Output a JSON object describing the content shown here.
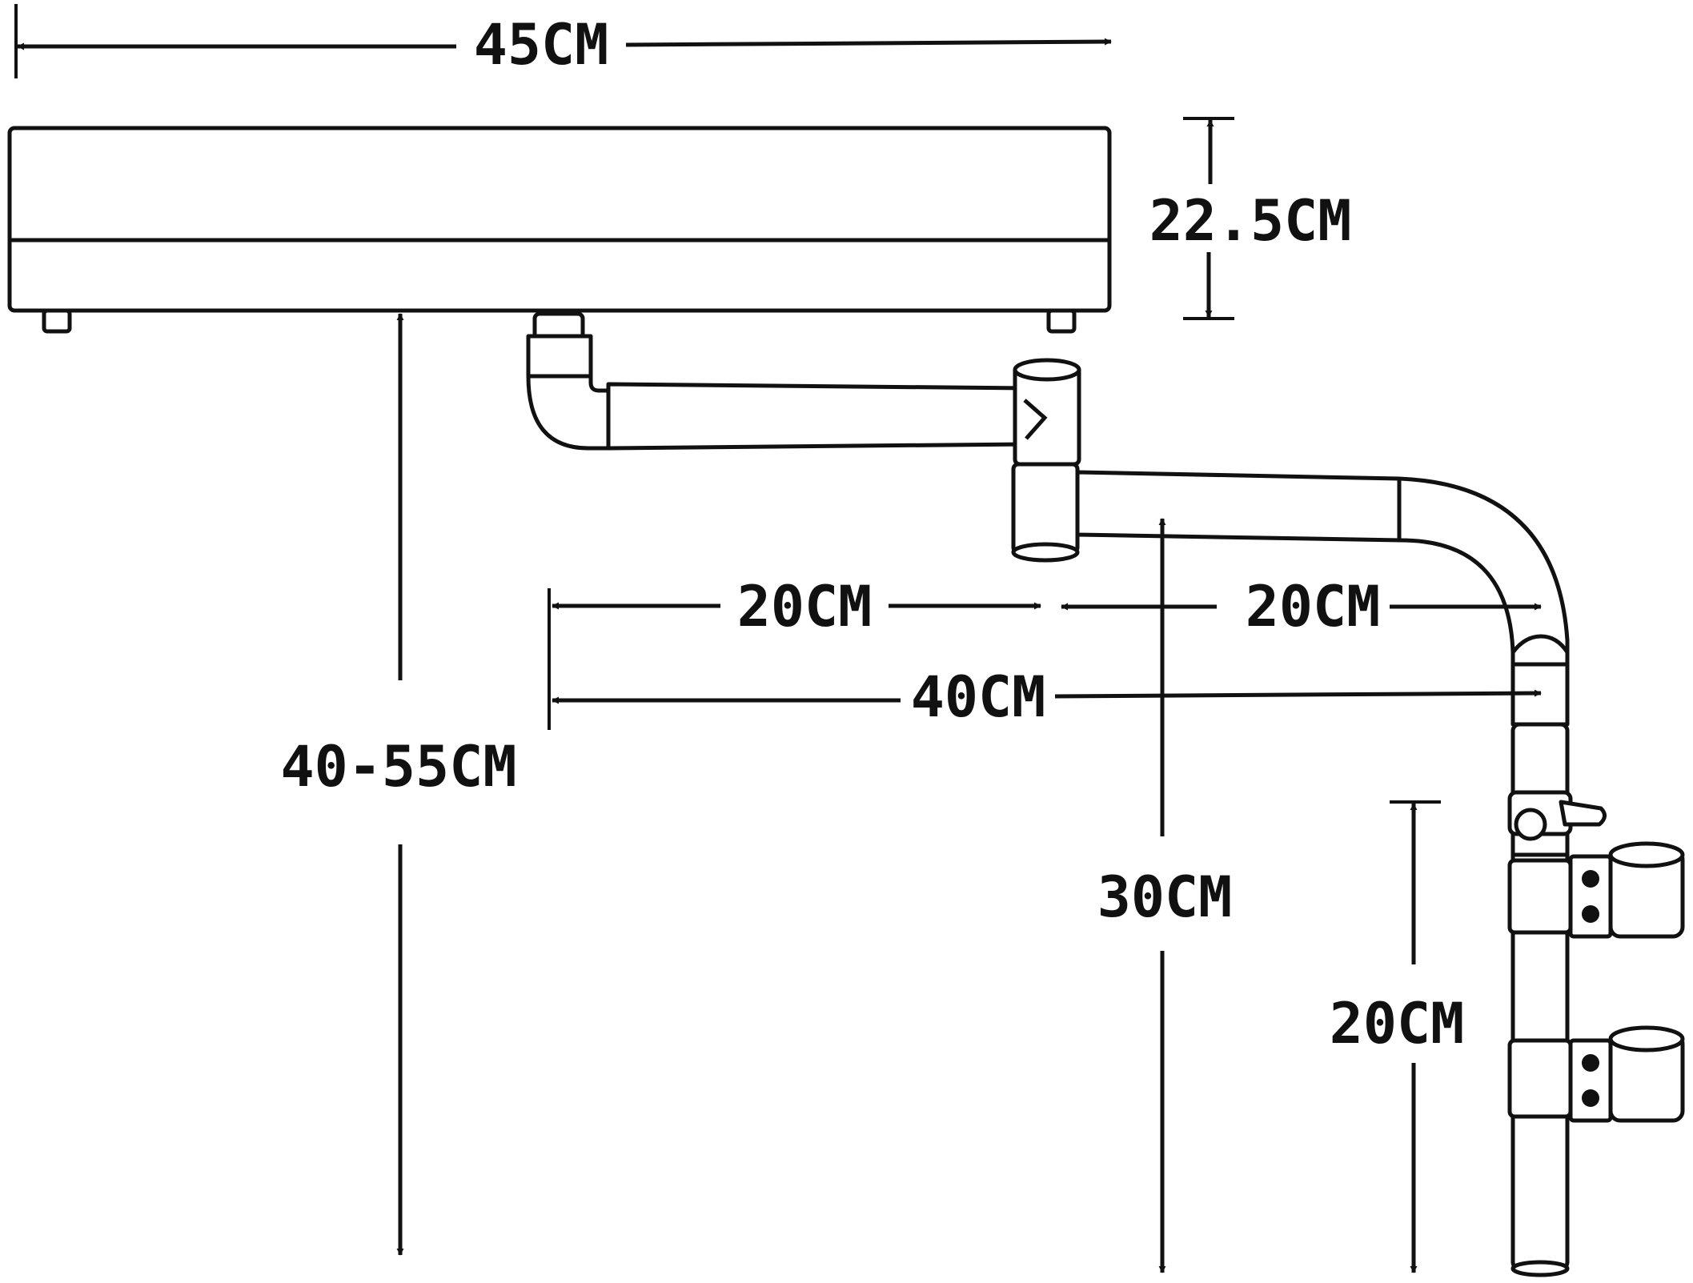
{
  "dimensions": {
    "width_label": "45CM",
    "height_label": "22.5CM",
    "arm_span_label": "40-55CM",
    "segment_one_label": "20CM",
    "segment_two_label": "20CM",
    "reach_label": "40CM",
    "drop_label": "30CM",
    "clamp_spacing_label": "20CM"
  },
  "colors": {
    "line": "#111111",
    "background": "#ffffff"
  }
}
